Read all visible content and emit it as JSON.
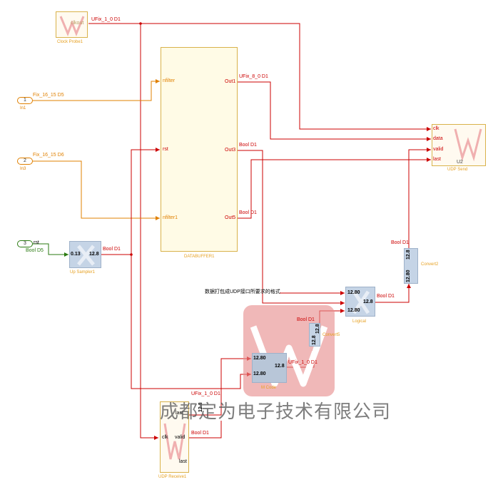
{
  "colors": {
    "signal": "#cc0000",
    "input_signal": "#e08000",
    "bool_input": "#2a7a10",
    "block_border": "#d9b24a",
    "xilinx_block": "#c5d4e6",
    "watermark": "#e68c8c"
  },
  "blocks": {
    "clock_probe": {
      "name": "Clock Probe1",
      "port_clk": "clkout"
    },
    "databuffer": {
      "name": "DATABUFFER1",
      "in_nfilter": "nfilter",
      "in_rst": "rst",
      "in_nfilter1": "nfilter1",
      "out1": "Out1",
      "out3": "Out3",
      "out5": "Out5"
    },
    "udp_send": {
      "name": "UDP Send",
      "id": "U2",
      "in_clk": "clk",
      "in_data": "data",
      "in_valid": "valid",
      "in_last": "last"
    },
    "inport1": {
      "number": "1",
      "name": "In1",
      "type": "Fix_16_15 D5"
    },
    "inport2": {
      "number": "2",
      "name": "In3",
      "type": "Fix_16_15 D6"
    },
    "inport3": {
      "number": "3",
      "name": "rst",
      "type": "Bool D5"
    },
    "up_sampler": {
      "name": "Up Sampler1",
      "in_rate": "0.13",
      "out_rate": "12.8"
    },
    "convert2": {
      "name": "Convert2",
      "in_rate": "12.80",
      "out_rate": "12.8"
    },
    "logical": {
      "name": "Logical",
      "in_rate_a": "12.80",
      "in_rate_b": "12.80",
      "out_rate": "12.8"
    },
    "convert5": {
      "name": "Convert5",
      "in_rate": "12.8",
      "out_rate": "12.8"
    },
    "mcode": {
      "name": "M Code",
      "in_rate_a": "12.80",
      "in_rate_b": "12.80",
      "out_rate": "12.8"
    },
    "udp_receive": {
      "name": "UDP Receive1",
      "in_clk": "clk",
      "out_last": "last",
      "out_valid": "valid",
      "out_last2": "last",
      "out_rate": "12.8"
    }
  },
  "signals": {
    "clock_out": "UFix_1_0 D1",
    "out1": "UFix_8_0 D1",
    "out3": "Bool D1",
    "out5": "Bool D1",
    "up_sampler_out": "Bool D1",
    "convert2_in": "Bool D1",
    "logical_out": "Bool D1",
    "convert5_in": "Bool D1",
    "mcode_out": "UFix_1_0 D1",
    "udp_receive_top": "UFix_1_0 D1",
    "udp_receive_valid": "Bool D1"
  },
  "annotation": "数据打包成UDP接口所要求的格式",
  "watermark_text": "成都定为电子技术有限公司"
}
